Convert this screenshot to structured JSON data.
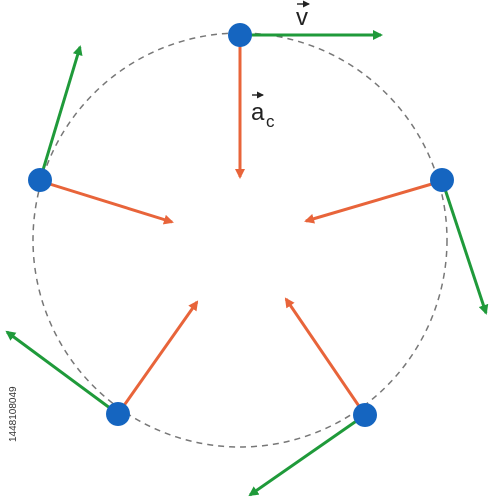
{
  "labels": {
    "velocity": "v",
    "acceleration_base": "a",
    "acceleration_subscript": "c"
  },
  "watermark": {
    "id_text": "1448108049"
  },
  "colors": {
    "velocity_arrow": "#1f9a3a",
    "acceleration_arrow": "#e8643a",
    "particle": "#1565c0",
    "orbit": "#777777",
    "text": "#222222"
  },
  "icons": {
    "particle": "filled-circle",
    "vector_marker": "right-arrow-over-letter"
  }
}
